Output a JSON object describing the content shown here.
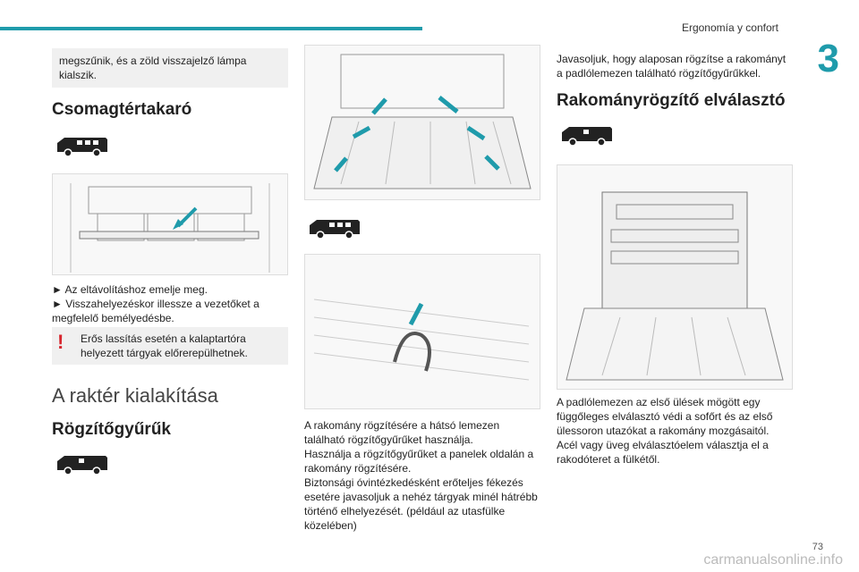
{
  "header": {
    "section_title": "Ergonomía y confort",
    "chapter_number": "3"
  },
  "col1": {
    "intro_text": "megszűnik, és a zöld visszajelző lámpa kialszik.",
    "heading1": "Csomagtértakaró",
    "bullet1": "► Az eltávolításhoz emelje meg.",
    "bullet2": "► Visszahelyezéskor illessze a vezetőket a megfelelő bemélyedésbe.",
    "warning_text": "Erős lassítás esetén a kalaptartóra helyezett tárgyak előrerepülhetnek.",
    "section_heading": "A raktér kialakítása",
    "heading2": "Rögzítőgyűrűk"
  },
  "col2": {
    "para_lines": [
      "A rakomány rögzítésére a hátsó lemezen",
      "található rögzítőgyűrűket használja.",
      "Használja a rögzítőgyűrűket a panelek oldalán a",
      "rakomány rögzítésére.",
      "Biztonsági óvintézkedésként erőteljes fékezés",
      "esetére javasoljuk a nehéz tárgyak minél hátrébb",
      "történő elhelyezését. (például az utasfülke",
      "közelében)"
    ]
  },
  "col3": {
    "intro_text": "Javasoljuk, hogy alaposan rögzítse a rakományt a padlólemezen található rögzítőgyűrűkkel.",
    "heading": "Rakományrögzítő elválasztó",
    "para_lines": [
      "A padlólemezen az első ülések mögött egy",
      "függőleges elválasztó védi a sofőrt és az első",
      "ülessoron utazókat a rakomány mozgásaitól.",
      "Acél vagy üveg elválasztóelem választja el a",
      "rakodóteret a fülkétől."
    ]
  },
  "footer": {
    "page_number": "73",
    "watermark": "carmanualsonline.info"
  },
  "colors": {
    "accent": "#1f9bab",
    "warning": "#d7262e"
  }
}
